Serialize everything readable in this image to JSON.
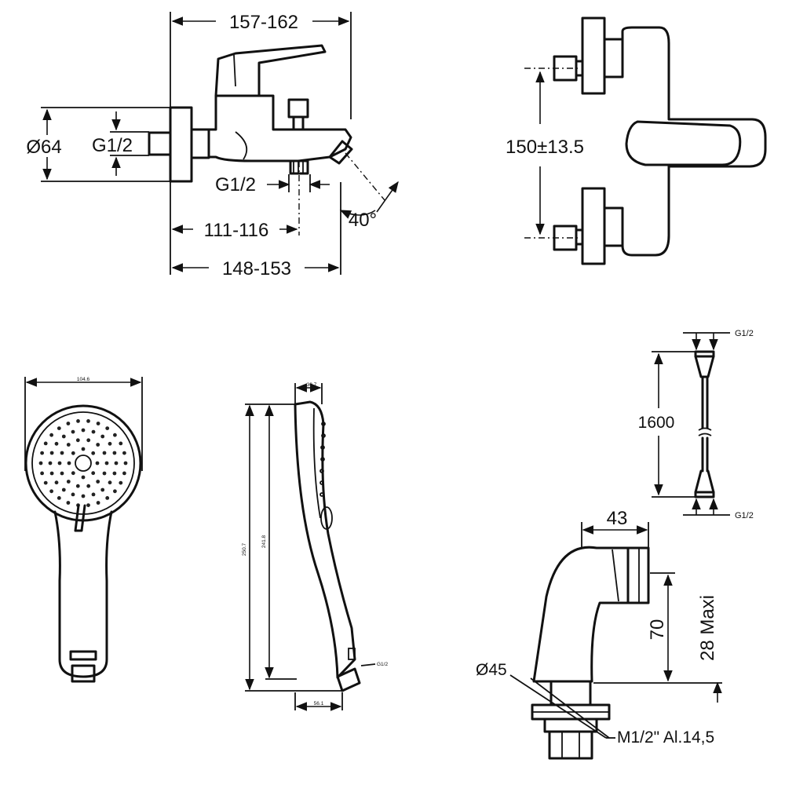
{
  "labels": {
    "width_top": "157-162",
    "diameter_flange": "Ø64",
    "thread_inlet": "G1/2",
    "thread_outlet": "G1/2",
    "angle": "40°",
    "depth_outlet": "111-116",
    "depth_total": "148-153",
    "centers": "150±13.5",
    "head_width": "104.6",
    "head_depth": "30.7",
    "head_length_total": "250.7",
    "head_length_body": "241.8",
    "head_thread": "G1/2",
    "head_base": "56.1",
    "hose_thread_top": "G1/2",
    "hose_length": "1600",
    "hose_thread_bottom": "G1/2",
    "bracket_width": "43",
    "bracket_height": "70",
    "bracket_max": "28 Maxi",
    "bracket_diameter": "Ø45",
    "bracket_thread": "M1/2\" Al.14,5"
  }
}
